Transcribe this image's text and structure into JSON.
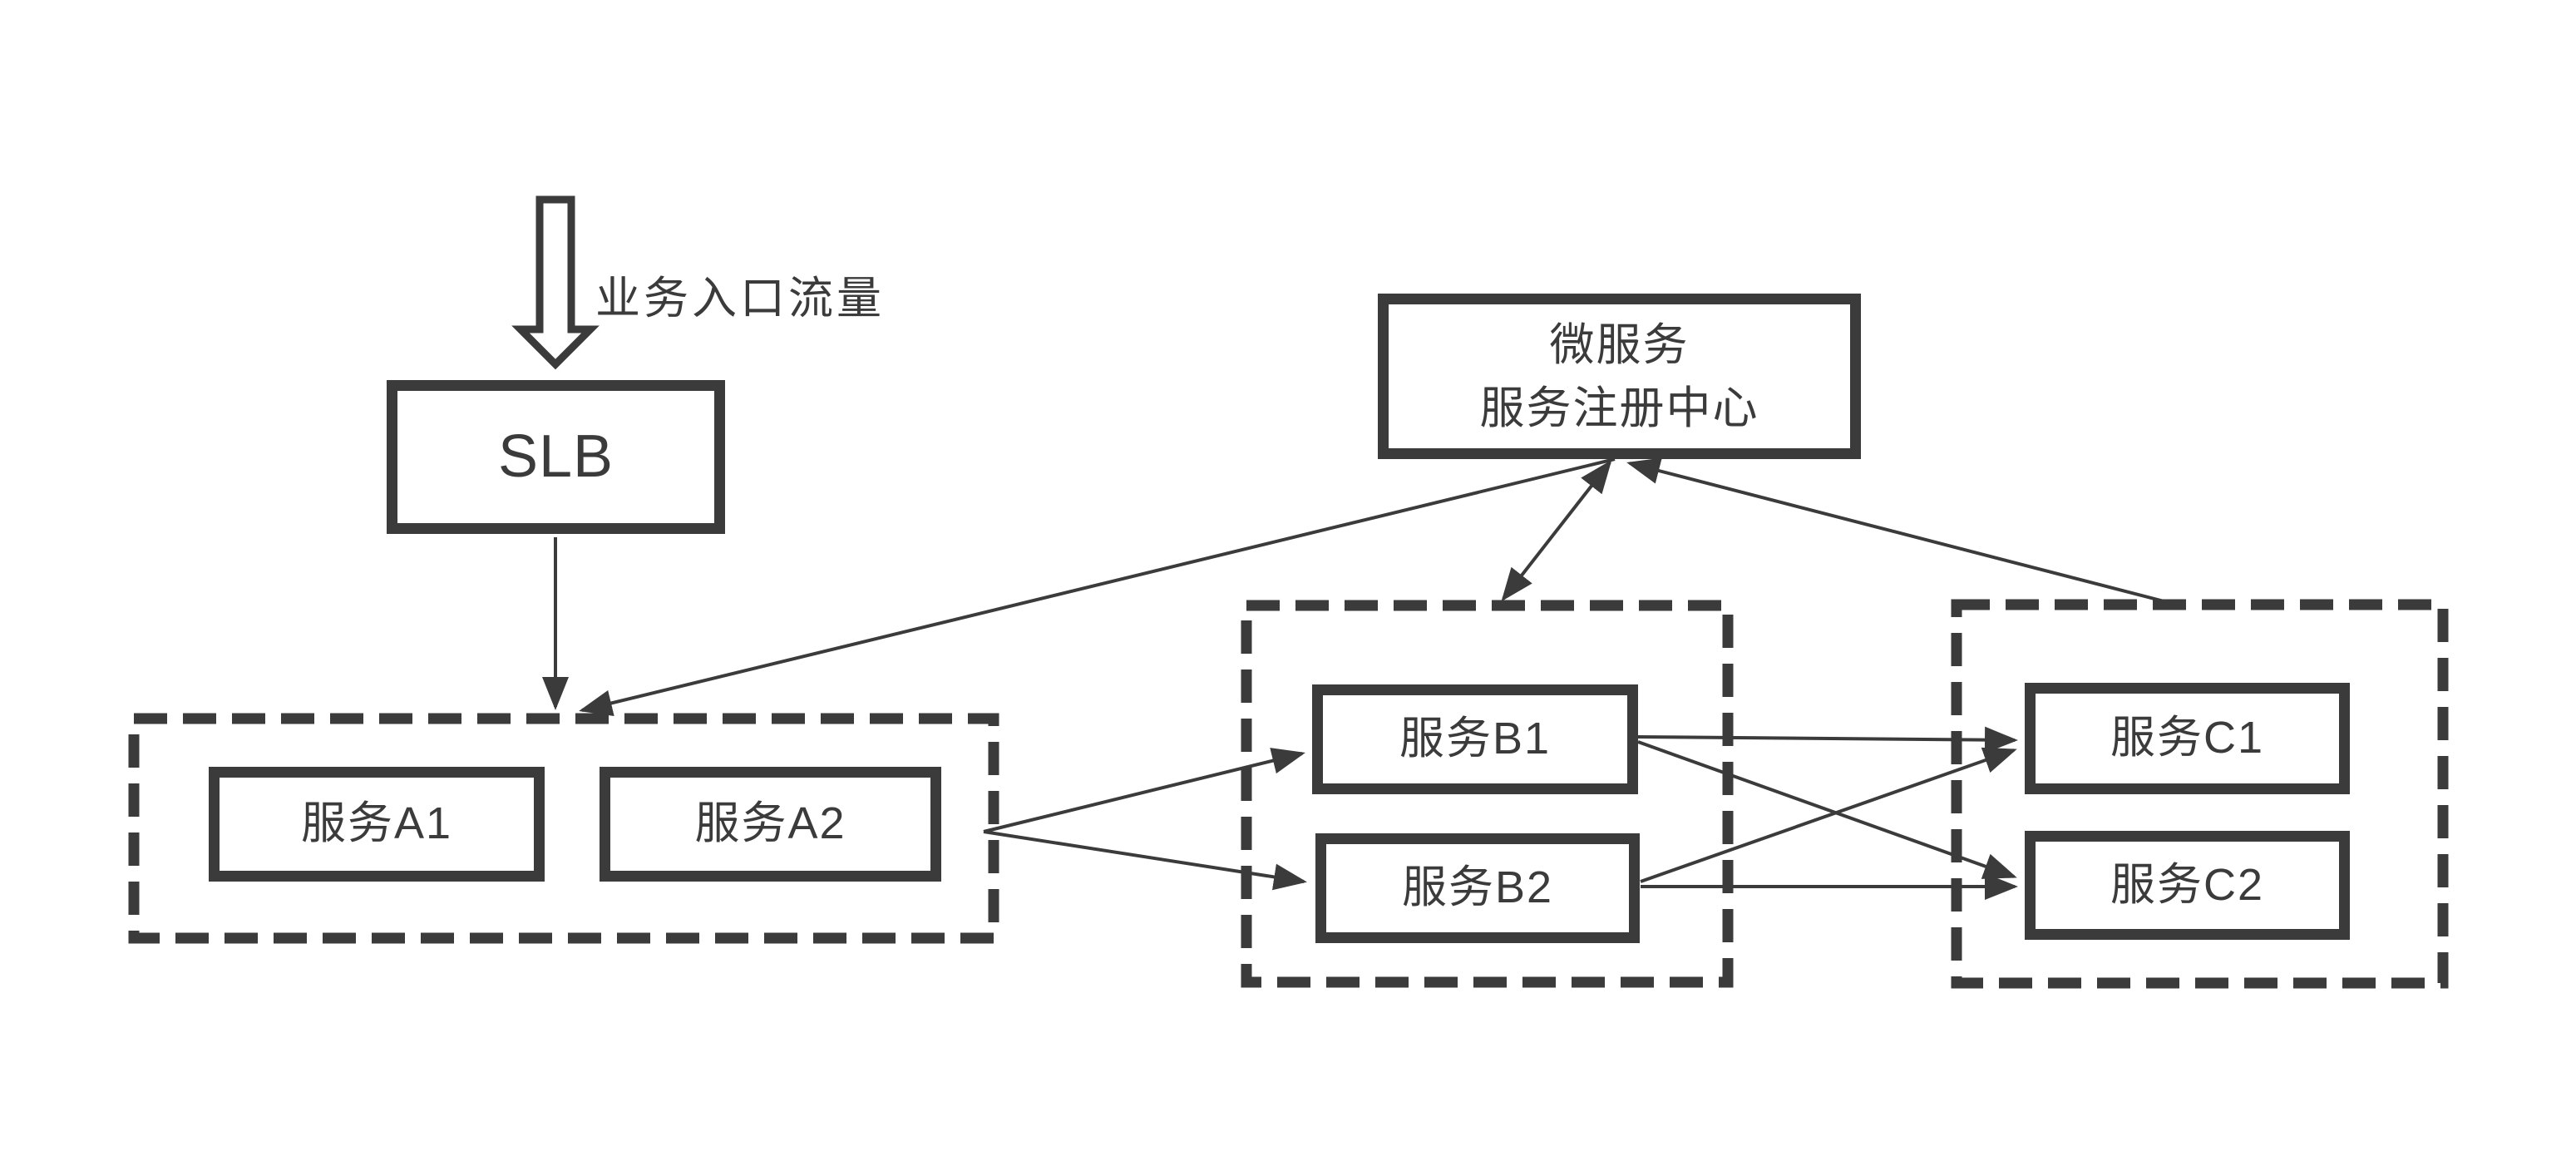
{
  "diagram": {
    "background_color": "#ffffff",
    "stroke_color": "#3b3b3b",
    "entry_flow": {
      "label": "业务入口流量",
      "icon": "big-down-arrow"
    },
    "slb": {
      "label": "SLB"
    },
    "registry": {
      "line1": "微服务",
      "line2": "服务注册中心"
    },
    "cluster_a": {
      "services": [
        {
          "label": "服务A1"
        },
        {
          "label": "服务A2"
        }
      ]
    },
    "cluster_b": {
      "services": [
        {
          "label": "服务B1"
        },
        {
          "label": "服务B2"
        }
      ]
    },
    "cluster_c": {
      "services": [
        {
          "label": "服务C1"
        },
        {
          "label": "服务C2"
        }
      ]
    },
    "connections": [
      "slb -> cluster-a",
      "registry -> cluster-a",
      "registry <-> cluster-b",
      "cluster-c -> registry",
      "cluster-a -> service-b1",
      "cluster-a -> service-b2",
      "service-b1 -> service-c1",
      "service-b1 -> service-c2",
      "service-b2 -> service-c1",
      "service-b2 -> service-c2"
    ]
  }
}
